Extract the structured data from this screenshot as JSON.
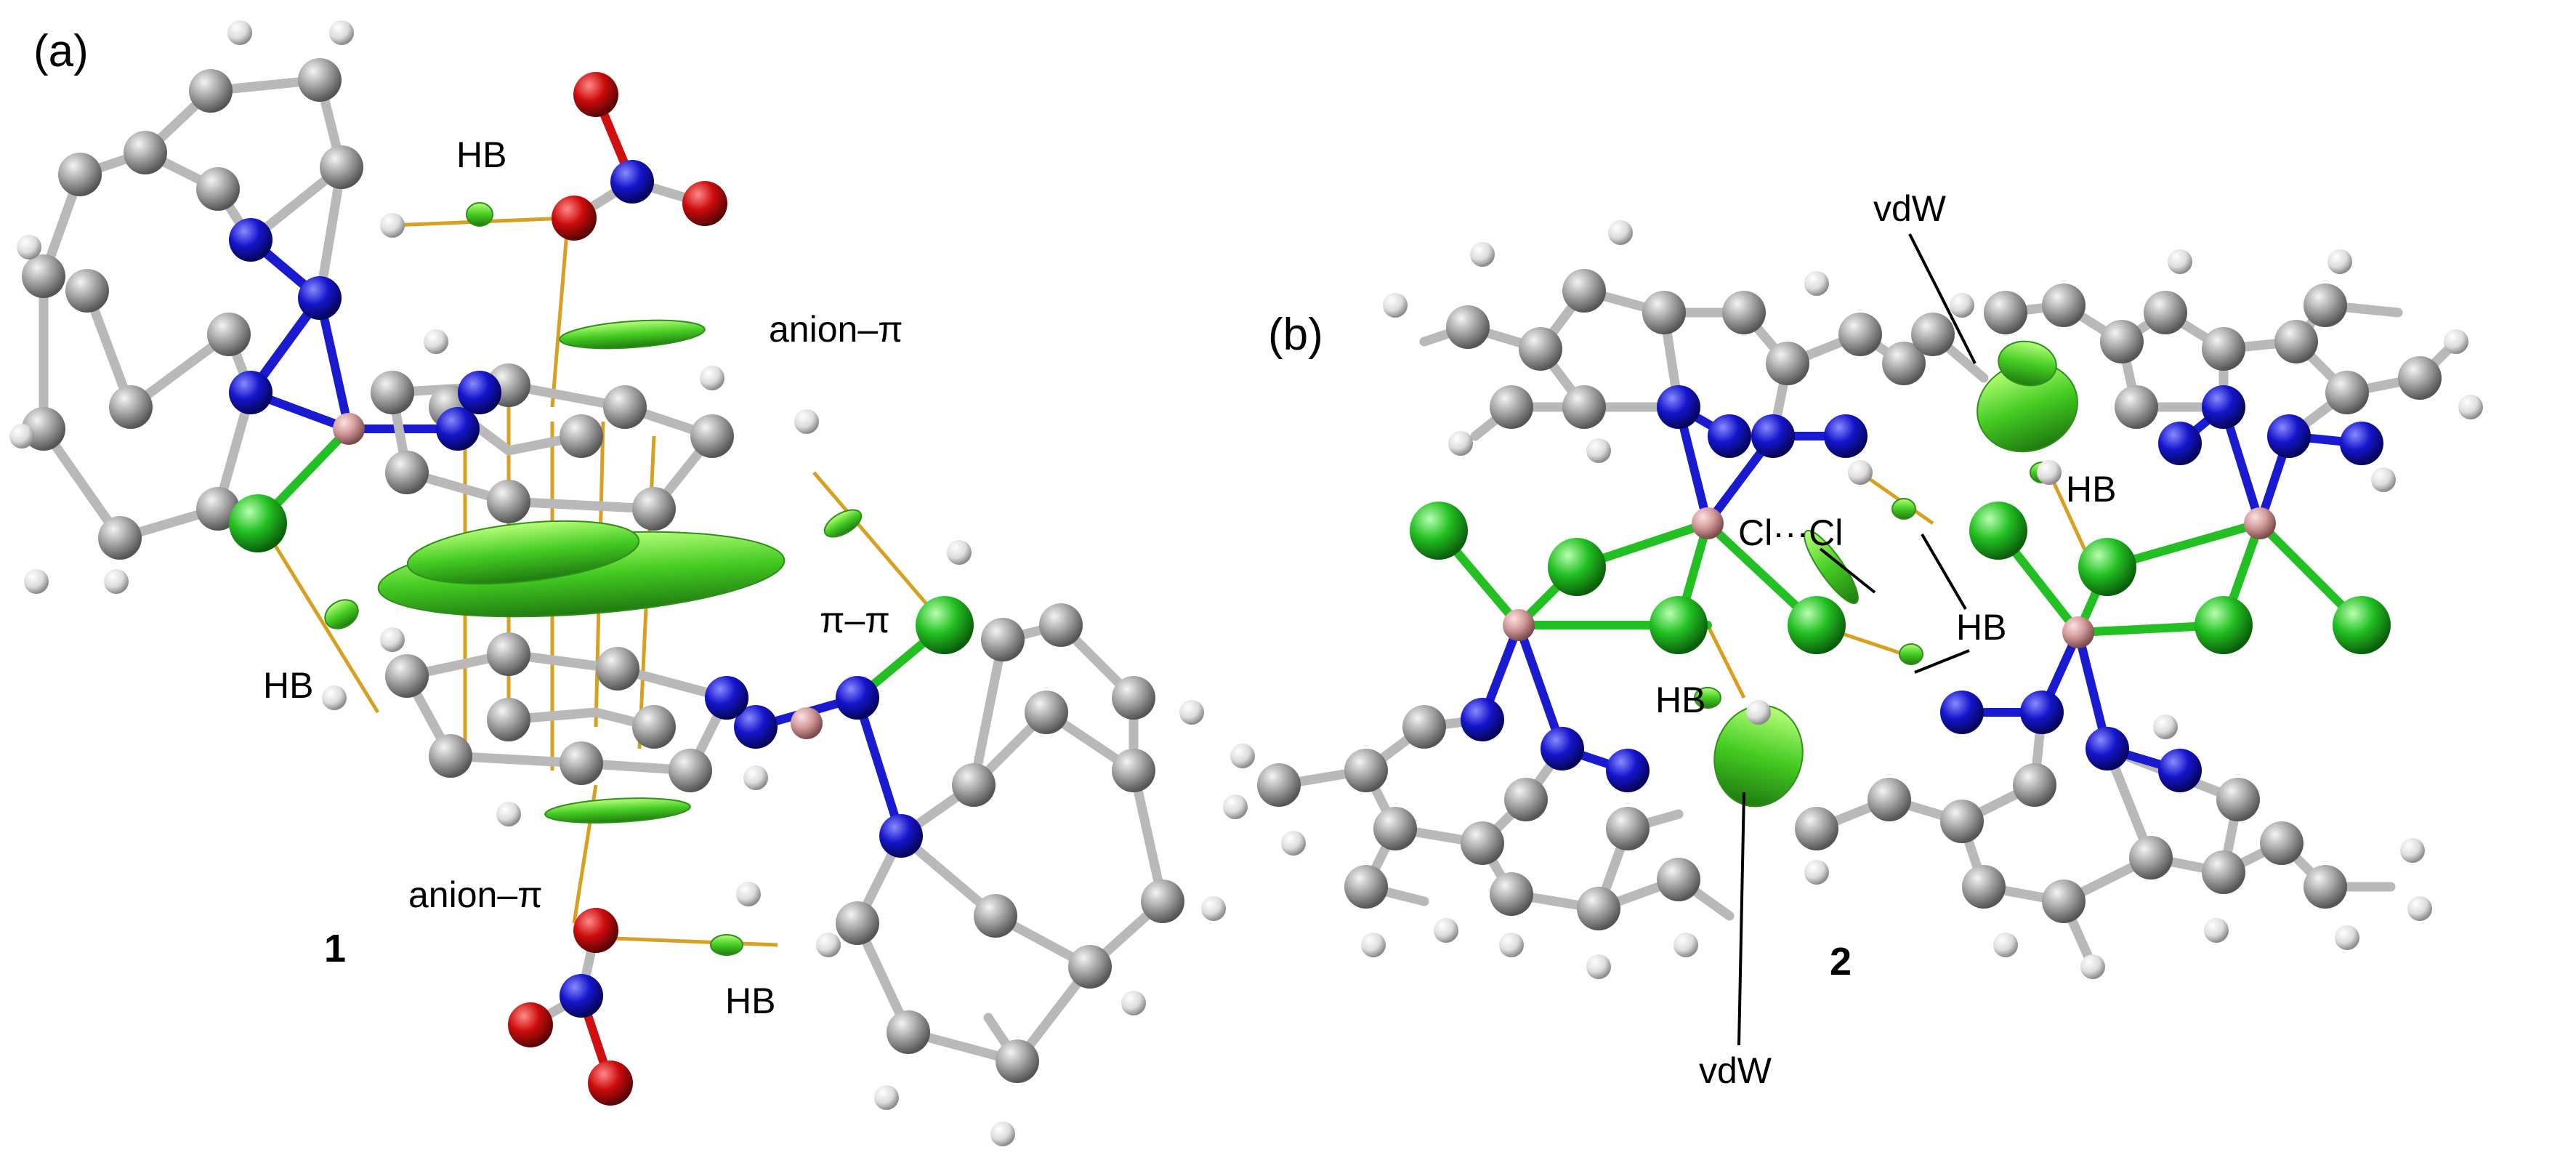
{
  "panels": {
    "a": "(a)",
    "b": "(b)"
  },
  "compound_labels": {
    "one": "1",
    "two": "2"
  },
  "annotations": {
    "a_hb_top": "HB",
    "a_anion_pi_top": "anion–π",
    "a_pi_pi": "π–π",
    "a_hb_left": "HB",
    "a_anion_pi_bottom": "anion–π",
    "a_hb_bottom": "HB",
    "b_vdw_top": "vdW",
    "b_hb_right": "HB",
    "b_cl_cl": "Cl···Cl",
    "b_hb_center": "HB",
    "b_hb_left": "HB",
    "b_vdw_bottom": "vdW"
  },
  "colors": {
    "carbon": "#9a9a9a",
    "hydrogen": "#e6e6e6",
    "nitrogen": "#1a1ad0",
    "oxygen": "#d01010",
    "chlorine": "#22c022",
    "metal": "#d9a0a0",
    "bond": "#b9b9b9",
    "contact": "#d8a020",
    "isosurface": "#55dd33"
  }
}
